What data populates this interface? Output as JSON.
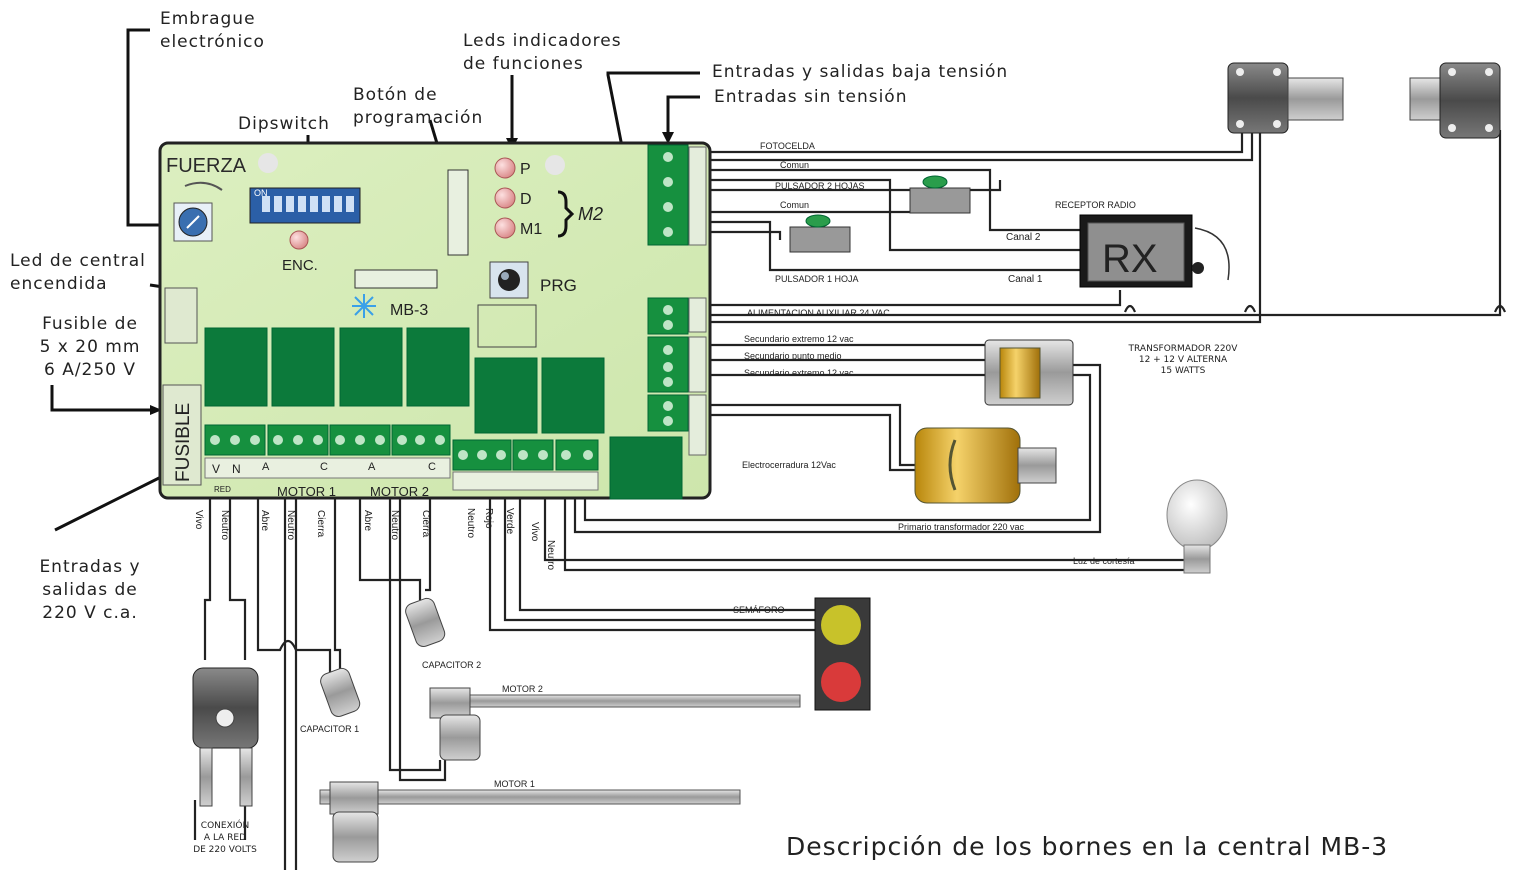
{
  "title": "Descripción de los bornes en la central MB-3",
  "callouts": {
    "embrague": "Embrague\nelectrónico",
    "leds_funciones": "Leds indicadores\nde funciones",
    "boton_prog": "Botón de\nprogramación",
    "dipswitch": "Dipswitch",
    "led_central": "Led de central\nencendida",
    "fusible_spec": "Fusible de\n5 x 20 mm\n6 A/250 V",
    "entradas_220": "Entradas y\nsalidas de\n220 V c.a.",
    "entradas_baja": "Entradas y salidas baja tensión",
    "entradas_sin": "Entradas sin tensión"
  },
  "board": {
    "fuerza": "FUERZA",
    "on": "ON",
    "enc": "ENC.",
    "model": "MB-3",
    "prg": "PRG",
    "led_p": "P",
    "led_d": "D",
    "led_m1": "M1",
    "m2": "M2",
    "fusible": "FUSIBLE",
    "term_v": "V",
    "term_n": "N",
    "red": "RED",
    "term_a": "A",
    "term_c": "C",
    "motor1": "MOTOR 1",
    "motor2": "MOTOR 2"
  },
  "wires": {
    "vivo": "Vivo",
    "neutro": "Neutro",
    "abre": "Abre",
    "cierra": "Cierra",
    "rojo": "Rojo",
    "verde": "Verde"
  },
  "right_labels": {
    "fotocelda": "FOTOCELDA",
    "comun": "Comun",
    "pulsador2": "PULSADOR 2 HOJAS",
    "pulsador1": "PULSADOR 1 HOJA",
    "receptor": "RECEPTOR RADIO",
    "rx": "RX",
    "canal1": "Canal 1",
    "canal2": "Canal 2",
    "aux24": "ALIMENTACION AUXILIAR 24 VAC",
    "sec1": "Secundario extremo 12 vac",
    "sec_mid": "Secundario punto medio",
    "sec2": "Secundario extremo 12 vac",
    "transformador": "TRANSFORMADOR 220V\n12 + 12 V ALTERNA\n15 WATTS",
    "electro": "Electrocerradura 12Vac",
    "primario": "Primario transformador 220 vac",
    "luz": "Luz de cortesía",
    "semaforo": "SEMÁFORO",
    "capacitor1": "CAPACITOR 1",
    "capacitor2": "CAPACITOR 2",
    "motor1_label": "MOTOR 1",
    "motor2_label": "MOTOR 2",
    "conexion": "CONEXIÓN\nA LA RED\nDE 220 VOLTS"
  }
}
